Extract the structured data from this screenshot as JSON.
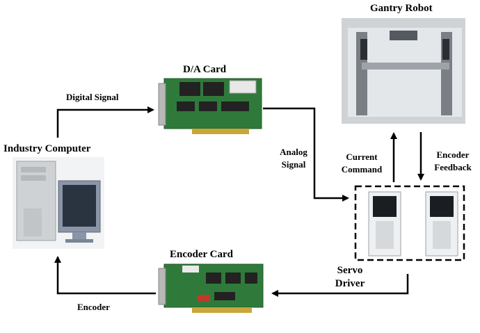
{
  "components": {
    "dacard": {
      "title": "D/A Card"
    },
    "encodercard": {
      "title": "Encoder Card"
    },
    "computer": {
      "title": "Industry Computer"
    },
    "gantry": {
      "title": "Gantry Robot"
    },
    "servo": {
      "line1": "Servo",
      "line2": "Driver"
    }
  },
  "signals": {
    "digital": "Digital Signal",
    "analog_1": "Analog",
    "analog_2": "Signal",
    "current_1": "Current",
    "current_2": "Command",
    "feedback_1": "Encoder",
    "feedback_2": "Feedback",
    "encoder": "Encoder"
  },
  "colors": {
    "pcb_green": "#2f7a3a",
    "pcb_dark": "#1e5a28",
    "chip": "#222222",
    "connector": "#b8b8b8",
    "gold": "#c9a63a",
    "arrow": "#000000",
    "monitor_frame": "#8a95a8",
    "screen": "#2a3340",
    "tower": "#d0d2d4",
    "servo_body": "#eef0f2",
    "servo_panel": "#1a1d22"
  }
}
